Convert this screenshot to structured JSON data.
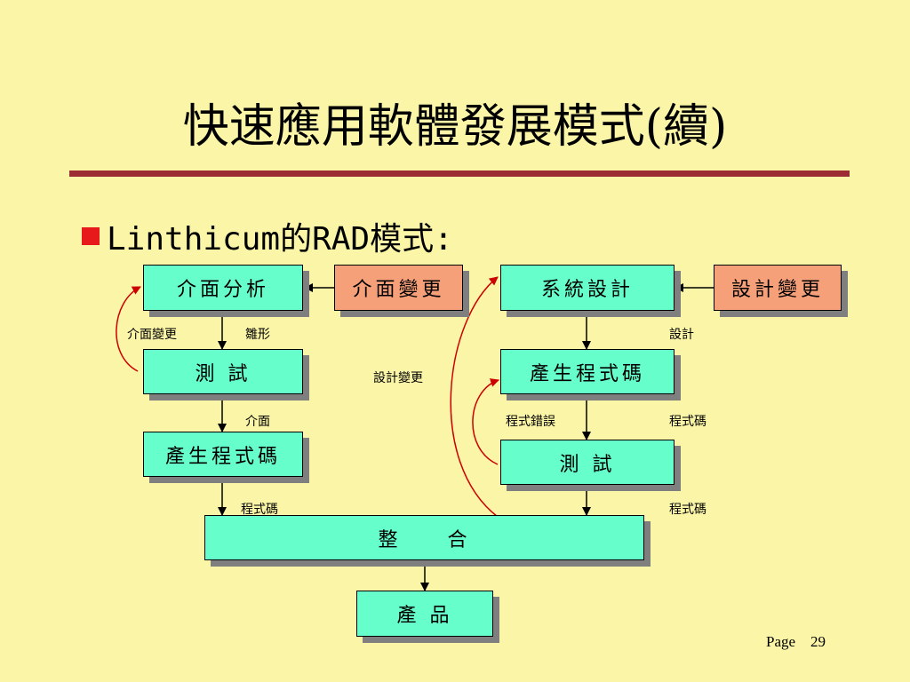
{
  "title": "快速應用軟體發展模式(續)",
  "bullet": "Linthicum的RAD模式:",
  "colors": {
    "box_fill": "#66ffcc",
    "change_fill": "#f6a07a",
    "rule": "#9b2c34",
    "bullet": "#e8191a",
    "feedback_arrow": "#cc0000"
  },
  "boxes": {
    "interface_analysis": "介面分析",
    "interface_change": "介面變更",
    "test_left": "測 試",
    "gen_code_left": "產生程式碼",
    "system_design": "系統設計",
    "design_change": "設計變更",
    "gen_code_right": "產生程式碼",
    "test_right": "測 試",
    "integrate": "整　　合",
    "product": "產 品"
  },
  "labels": {
    "interface_change": "介面變更",
    "prototype": "雛形",
    "interface": "介面",
    "code_left": "程式碼",
    "design_change": "設計變更",
    "design": "設計",
    "code_error": "程式錯誤",
    "code_right_1": "程式碼",
    "code_right_2": "程式碼"
  },
  "page": "Page　29"
}
